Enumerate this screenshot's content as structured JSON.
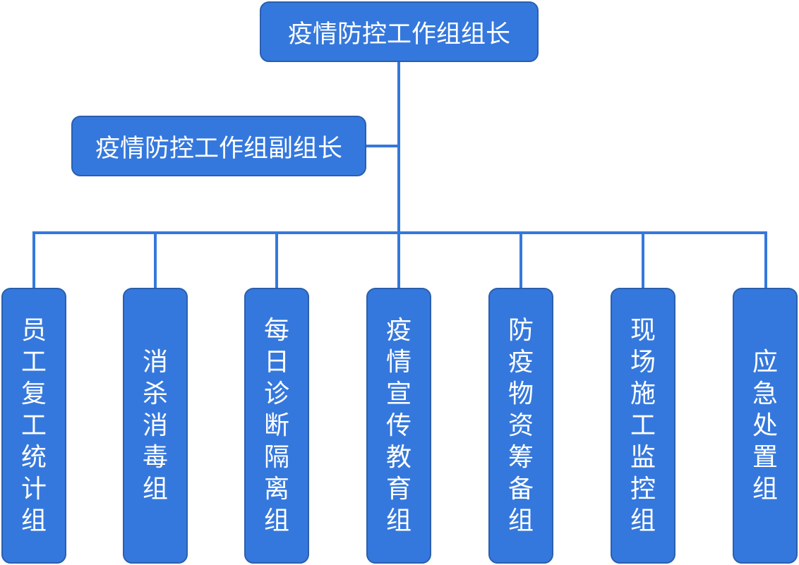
{
  "chart": {
    "leader": "疫情防控工作组组长",
    "deputy": "疫情防控工作组副组长",
    "groups": [
      "员工复工统计组",
      "消杀消毒组",
      "每日诊断隔离组",
      "疫情宣传教育组",
      "防疫物资筹备组",
      "现场施工监控组",
      "应急处置组"
    ]
  },
  "colors": {
    "box_fill": "#3578dd",
    "box_border": "#2a5fae",
    "connector": "#3578dd",
    "text": "#ffffff"
  }
}
